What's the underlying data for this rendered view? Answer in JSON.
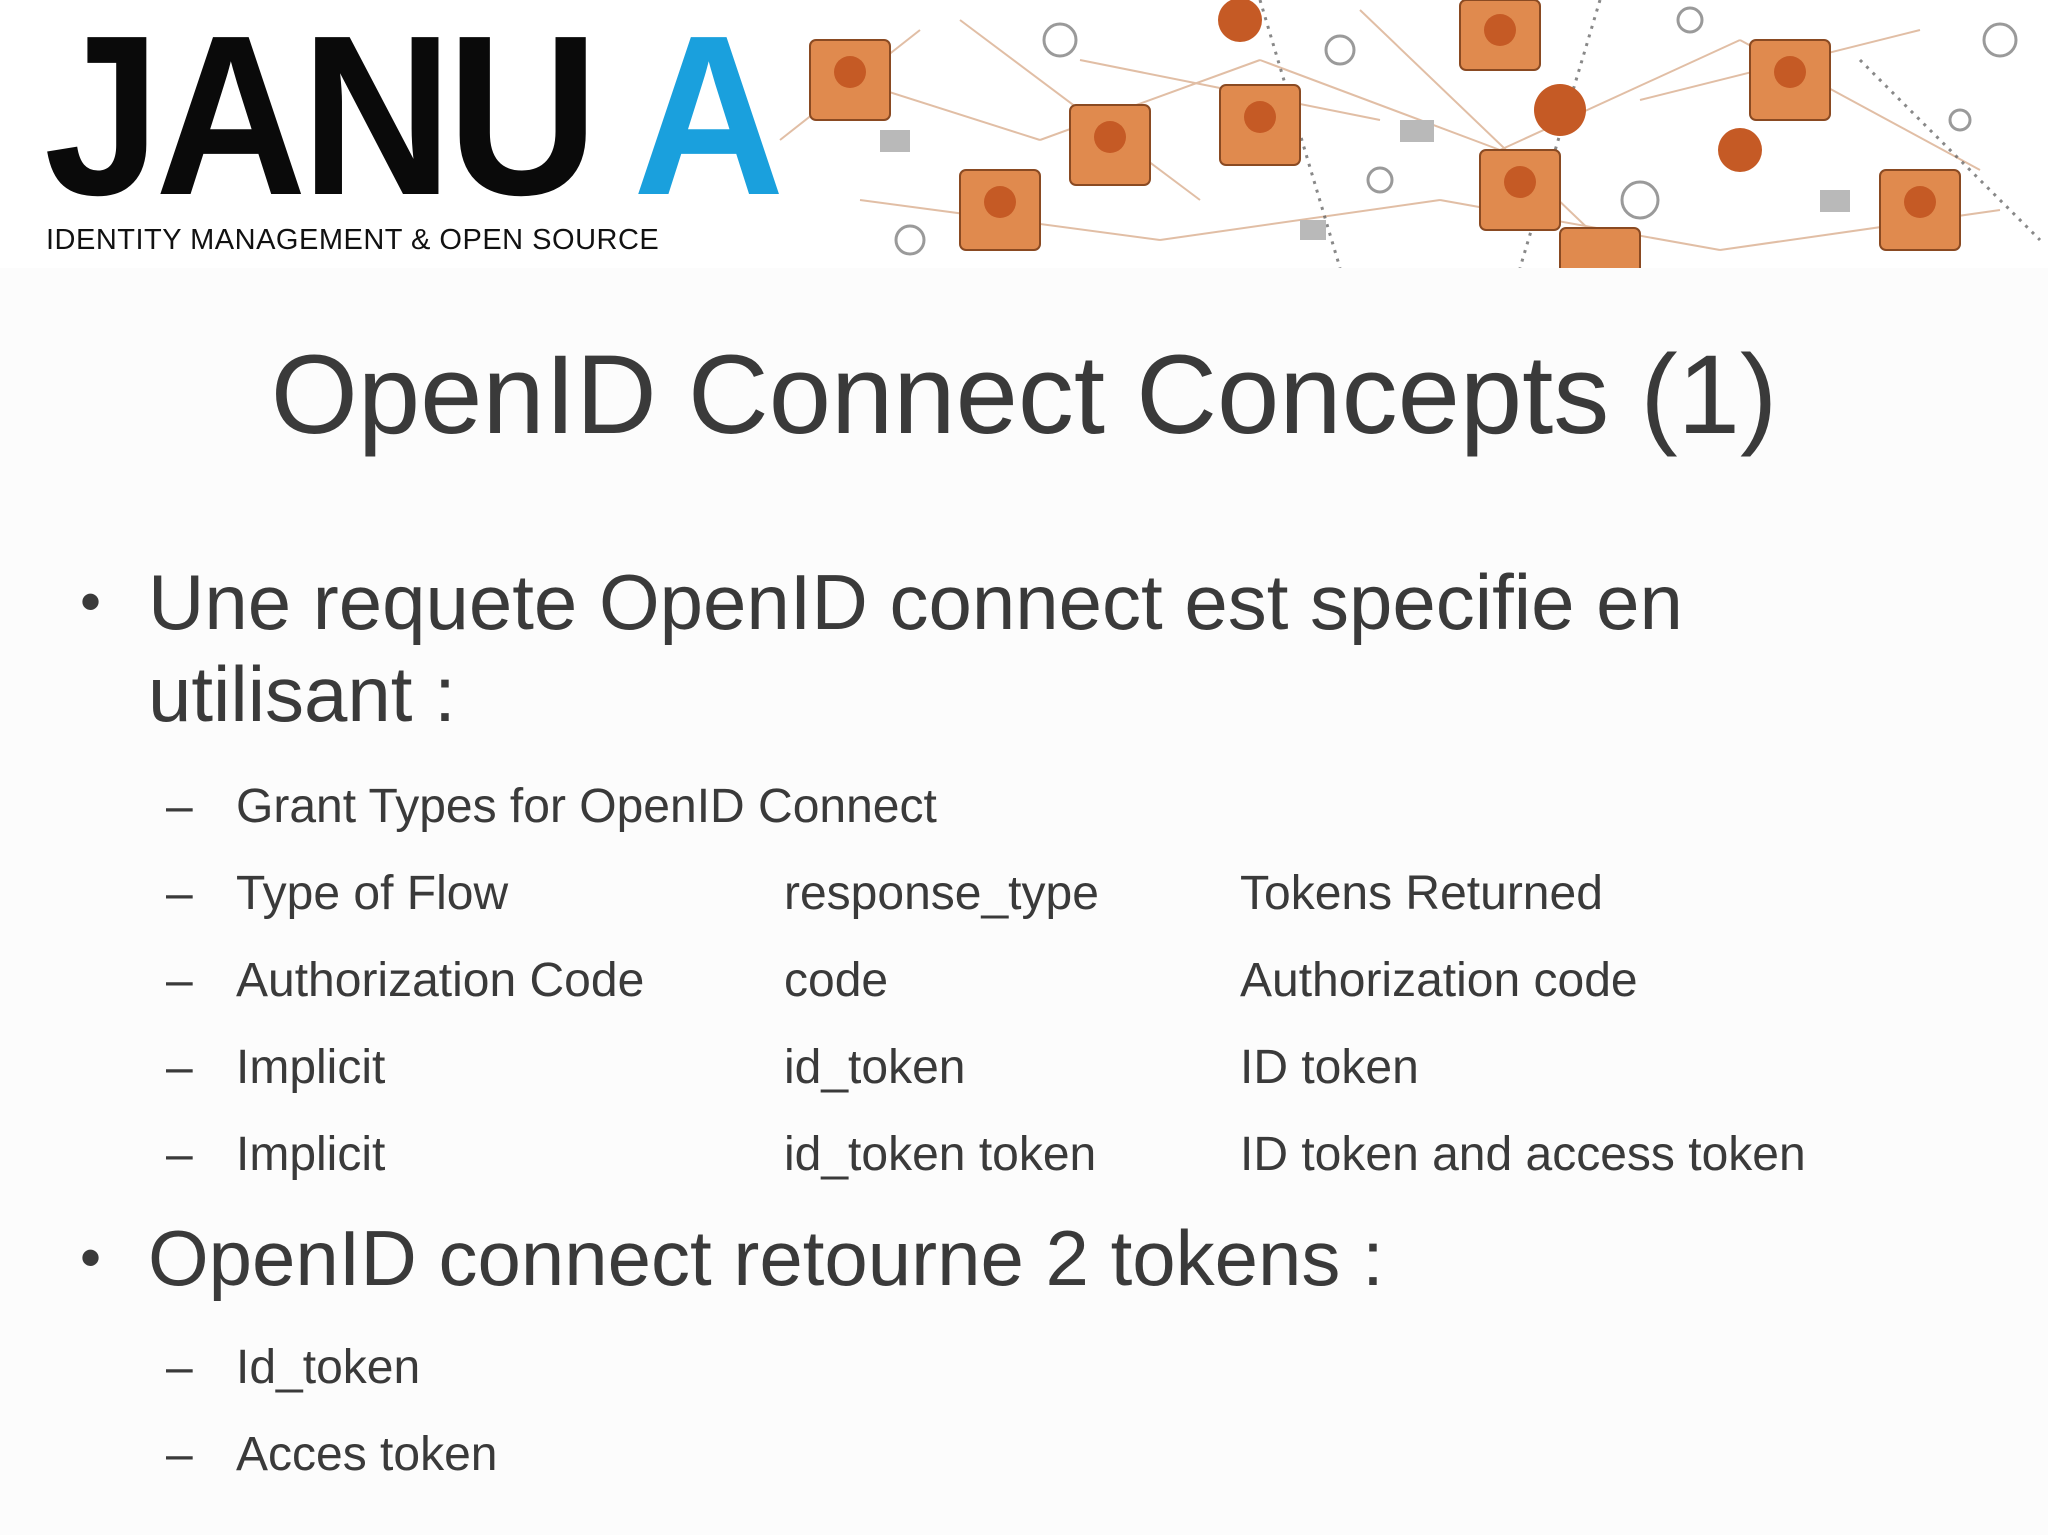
{
  "logo": {
    "wordmark_black": "JANU",
    "wordmark_accent": "A",
    "tagline": "IDENTITY MANAGEMENT & OPEN SOURCE",
    "accent_color": "#1aa0dd"
  },
  "slide": {
    "title": "OpenID Connect Concepts (1)",
    "bullets": [
      {
        "text": "Une requete OpenID connect est specifie en utilisant :",
        "items": [
          [
            "Grant Types for OpenID Connect",
            "",
            ""
          ],
          [
            "Type of Flow",
            "response_type",
            "Tokens Returned"
          ],
          [
            "Authorization Code",
            "code",
            "Authorization code"
          ],
          [
            "Implicit",
            "id_token",
            "ID token"
          ],
          [
            "Implicit",
            "id_token token",
            "ID token and access token"
          ]
        ]
      },
      {
        "text": "OpenID connect retourne 2 tokens :",
        "items": [
          [
            " Id_token",
            "",
            ""
          ],
          [
            "Acces token",
            "",
            ""
          ]
        ]
      }
    ],
    "bullet_glyph": "•",
    "dash_glyph": "–"
  }
}
